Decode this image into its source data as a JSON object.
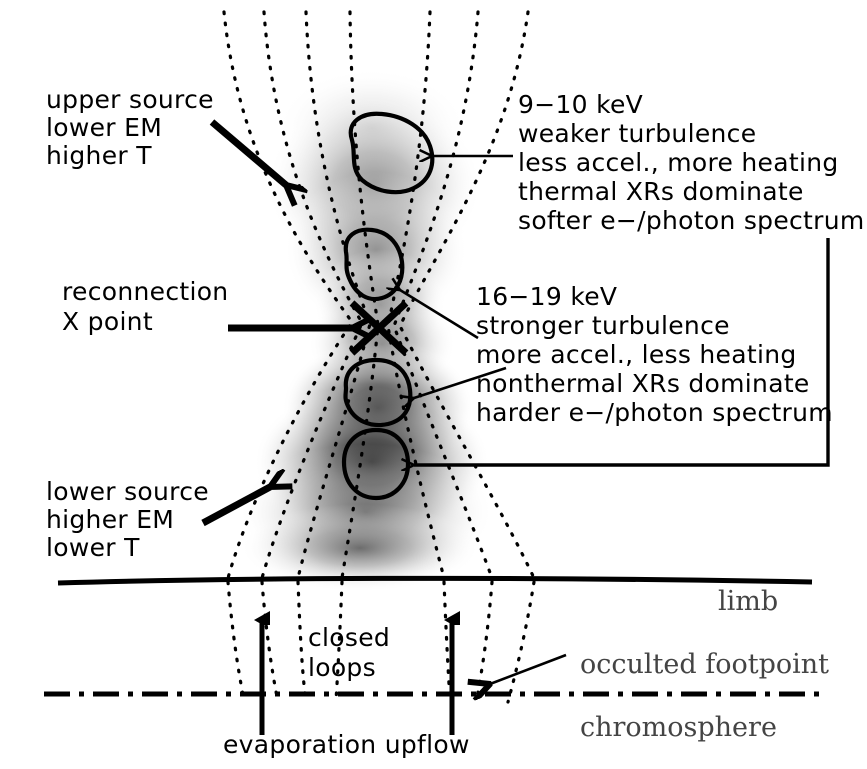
{
  "figure": {
    "title": "Solar flare reconnection: double coronal X-ray source diagram",
    "colors": {
      "ink": "#000000",
      "gray_text": "#444444",
      "background": "#ffffff"
    }
  },
  "labels": {
    "upper_source": {
      "lines": [
        "upper source",
        "lower EM",
        "higher T"
      ]
    },
    "lower_source": {
      "lines": [
        "lower source",
        "higher EM",
        "lower T"
      ]
    },
    "reconnection": {
      "lines": [
        "reconnection",
        "X point"
      ]
    },
    "upper_annotation": {
      "lines": [
        "9−10 keV",
        "weaker turbulence",
        "less accel., more heating",
        "thermal XRs dominate",
        "softer e−/photon spectrum"
      ]
    },
    "lower_annotation": {
      "lines": [
        "16−19 keV",
        "stronger turbulence",
        "more accel., less heating",
        "nonthermal XRs dominate",
        "harder e−/photon spectrum"
      ]
    },
    "closed_loops": {
      "lines": [
        "closed",
        "loops"
      ]
    },
    "evaporation": "evaporation upflow",
    "limb": "limb",
    "chromosphere": "chromosphere",
    "occulted_footpoint": "occulted footpoint"
  },
  "energies": {
    "upper_source_kev": "9−10 keV",
    "lower_source_kev": "16−19 keV"
  },
  "sources": [
    {
      "id": "source-1",
      "role": "upper",
      "kev": "9−10 keV"
    },
    {
      "id": "source-2",
      "role": "upper-inner",
      "kev": "9−10 keV"
    },
    {
      "id": "source-3",
      "role": "lower-inner",
      "kev": "16−19 keV"
    },
    {
      "id": "source-4",
      "role": "lower",
      "kev": "16−19 keV"
    }
  ],
  "icons": {
    "x_point": "x-point-marker",
    "limb_line": "limb-line",
    "chromosphere_line": "chromosphere-dashdot-line",
    "upflow_arrow": "upflow-arrow"
  }
}
